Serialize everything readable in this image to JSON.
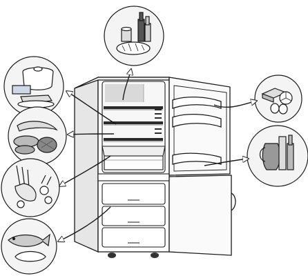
{
  "diagram": {
    "subject": "fridge-freezer-food-placement",
    "colors": {
      "stroke": "#1a1a1a",
      "circle_fill": "#f4f4f4",
      "tint": "#d7d7d7",
      "dark_band": "#2a2a2a"
    },
    "callouts": [
      {
        "id": "top-bread-bottles",
        "icon": "bread-cans-bottles-icon",
        "zone": "top-shelf"
      },
      {
        "id": "cooked-food",
        "icon": "pot-and-cake-icon",
        "zone": "upper-shelf"
      },
      {
        "id": "cold-meats",
        "icon": "sausages-and-ham-icon",
        "zone": "middle-shelf"
      },
      {
        "id": "vegetables",
        "icon": "vegetables-icon",
        "zone": "crisper-drawer"
      },
      {
        "id": "fish-meat",
        "icon": "fish-and-poultry-icon",
        "zone": "freezer-drawers"
      },
      {
        "id": "butter-eggs",
        "icon": "butter-cheese-eggs-icon",
        "zone": "upper-door-shelf"
      },
      {
        "id": "drinks",
        "icon": "jug-and-bottles-icon",
        "zone": "lower-door-shelf"
      }
    ]
  }
}
